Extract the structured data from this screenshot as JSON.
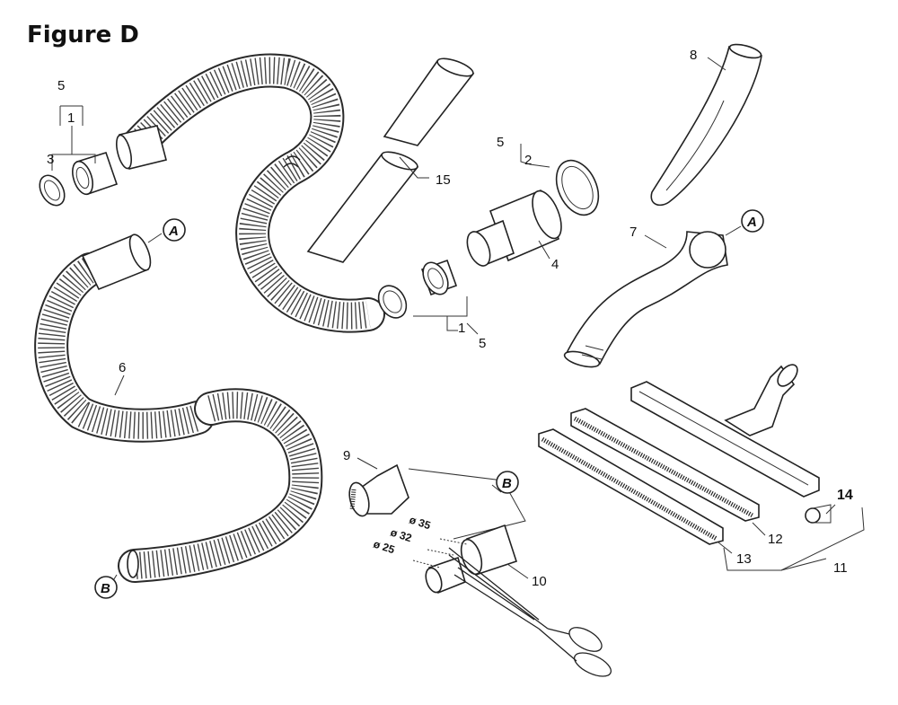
{
  "title": "Figure D",
  "callouts": {
    "c1a": "1",
    "c3": "3",
    "c5a": "5",
    "c15": "15",
    "c5b": "5",
    "c2": "2",
    "c4": "4",
    "c1b": "1",
    "c5c": "5",
    "c8": "8",
    "c7": "7",
    "c6": "6",
    "c9": "9",
    "c10": "10",
    "c12": "12",
    "c13": "13",
    "c11": "11",
    "c14": "14"
  },
  "connectors": {
    "A": "A",
    "B": "B"
  },
  "sizes": {
    "s35": "ø 35",
    "s32": "ø 32",
    "s25": "ø 25"
  }
}
